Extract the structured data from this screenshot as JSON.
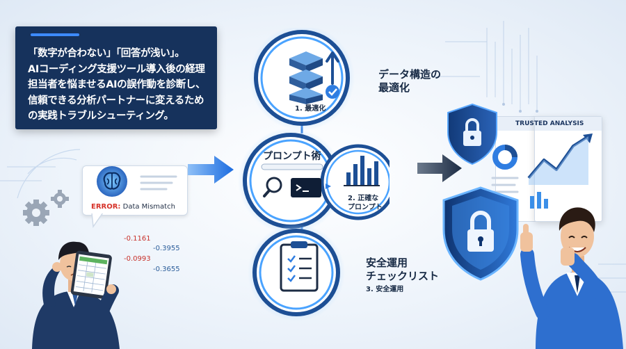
{
  "intro": {
    "line1": "「数字が合わない」「回答が浅い」。",
    "line2": "AIコーディング支援ツール導入後の経理",
    "line3": "担当者を悩ませるAIの誤作動を診断し、",
    "line4": "信頼できる分析パートナーに変えるため",
    "line5": "の実践トラブルシューティング。"
  },
  "error_bubble": {
    "prefix": "ERROR:",
    "text": "Data Mismatch"
  },
  "numbers": [
    "-0.1161",
    "-0.3955",
    "-0.0993",
    "-0.3655"
  ],
  "step1": {
    "title_line1": "データ構造の",
    "title_line2": "最適化",
    "label": "1. 最適化"
  },
  "step2": {
    "title": "プロンプト術",
    "label_line1": "2. 正確な",
    "label_line2": "プロンプト"
  },
  "step3": {
    "title_line1": "安全運用",
    "title_line2": "チェックリスト",
    "label": "3. 安全運用"
  },
  "dashboard": {
    "title": "TRUSTED ANALYSIS"
  },
  "colors": {
    "navy": "#16325c",
    "accent": "#2f7de1",
    "error": "#d6332a",
    "ring": "#3b8fe8"
  }
}
